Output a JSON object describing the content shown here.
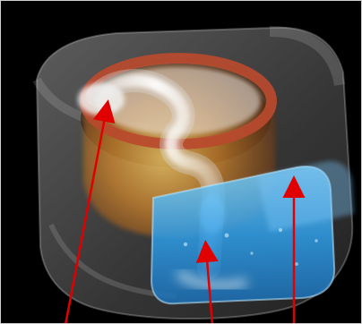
{
  "figure": {
    "subject": "rice-cooker-cutaway-with-steam-recovery-tank",
    "colors": {
      "background": "#000000",
      "casing": "#8a8a8a",
      "inner_pot_rim": "#b84a2e",
      "steam": "#f2f2f2",
      "water": "#3ea7ea",
      "arrow": "#e00000"
    },
    "callouts": {
      "count": 3,
      "targets": [
        "steam-vent-nozzle",
        "water-tank-fill-area",
        "water-tank-upper-chamber"
      ]
    }
  }
}
